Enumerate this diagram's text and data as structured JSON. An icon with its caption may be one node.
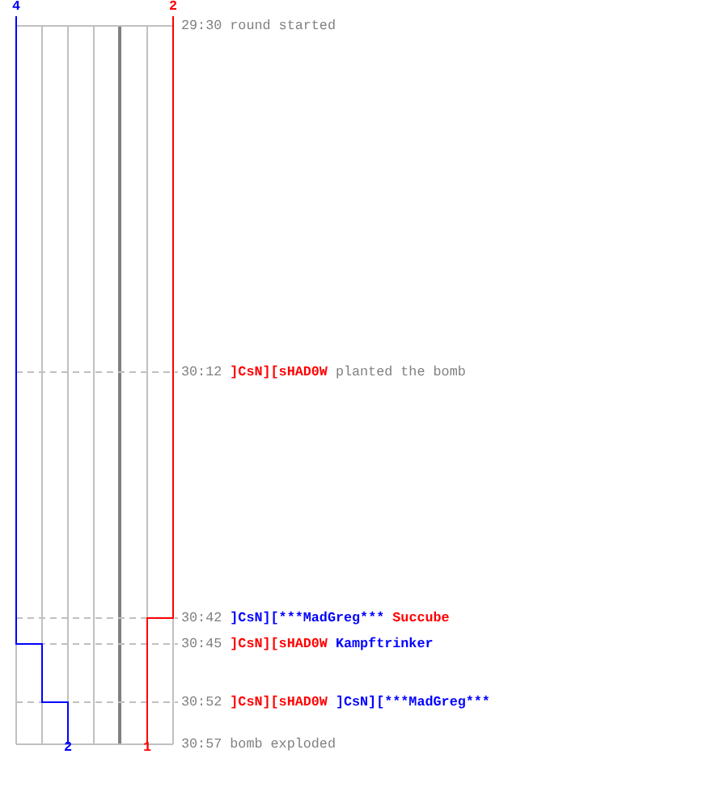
{
  "diagram": {
    "labels": [
      "4",
      "2",
      "29:30",
      "round started",
      "30:12",
      "]CsN][sHAD0W",
      "planted the bomb",
      "30:42",
      "]CsN][***MadGreg***",
      "Succube",
      "30:45",
      "]CsN][sHAD0W",
      "Kampftrinker",
      "30:52",
      "]CsN][sHAD0W",
      "]CsN][***MadGreg***",
      "30:57",
      "bomb exploded",
      "2",
      "1"
    ]
  }
}
